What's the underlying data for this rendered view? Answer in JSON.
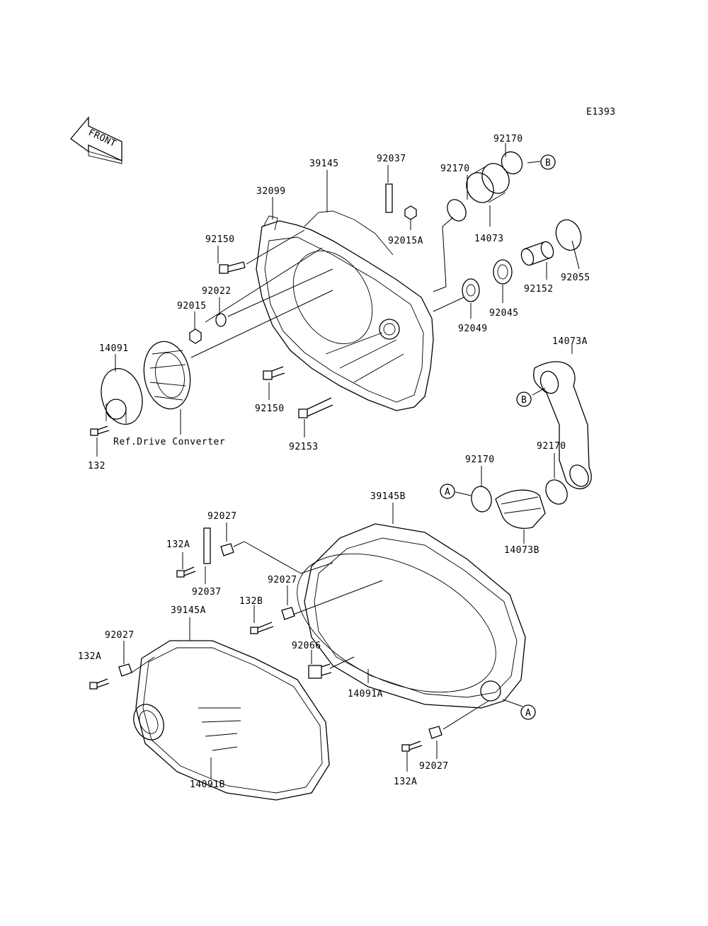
{
  "diagram": {
    "code": "E1393",
    "front_label": "FRONT",
    "ref_note": "Ref.Drive Converter",
    "callouts": {
      "A": "A",
      "B": "B"
    },
    "parts": {
      "p92170_top": "92170",
      "p92170_b": "92170",
      "p92037_top": "92037",
      "p39145": "39145",
      "p32099": "32099",
      "p92015A": "92015A",
      "p14073": "14073",
      "p92150_top": "92150",
      "p92055": "92055",
      "p92152": "92152",
      "p92022": "92022",
      "p92015": "92015",
      "p92045": "92045",
      "p92049": "92049",
      "p14091": "14091",
      "p14073A": "14073A",
      "p92150_mid": "92150",
      "p92153": "92153",
      "p132": "132",
      "p92170_left": "92170",
      "p92170_right": "92170",
      "p39145B": "39145B",
      "p92027_top": "92027",
      "p132A_top": "132A",
      "p14073B": "14073B",
      "p92037_mid": "92037",
      "p92027_mid": "92027",
      "p132B": "132B",
      "p39145A": "39145A",
      "p92027_left": "92027",
      "p132A_left": "132A",
      "p92066": "92066",
      "p14091A": "14091A",
      "p92027_bot": "92027",
      "p132A_bot": "132A",
      "p14091B": "14091B"
    }
  }
}
